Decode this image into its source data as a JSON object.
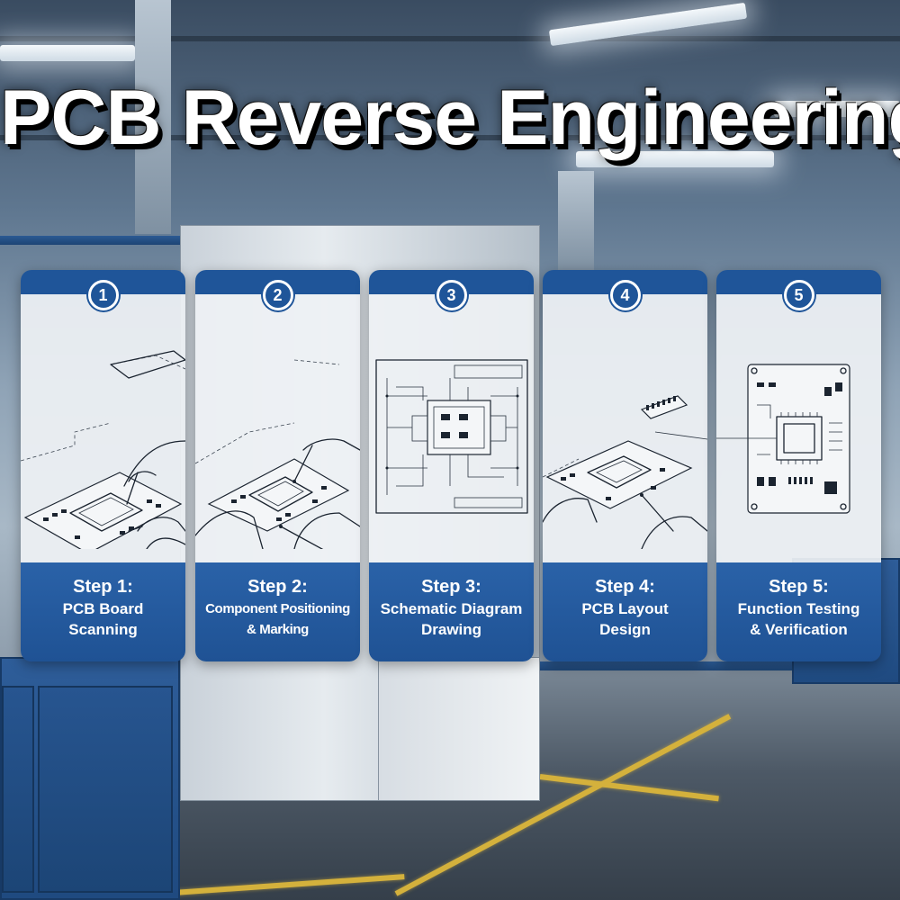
{
  "title": "PCB Reverse Engineering",
  "steps": [
    {
      "number": "1",
      "title": "Step 1:",
      "desc": "PCB Board\nScanning"
    },
    {
      "number": "2",
      "title": "Step 2:",
      "desc": "Component Positioning\n& Marking"
    },
    {
      "number": "3",
      "title": "Step 3:",
      "desc": "Schematic Diagram\nDrawing"
    },
    {
      "number": "4",
      "title": "Step 4:",
      "desc": "PCB Layout\nDesign"
    },
    {
      "number": "5",
      "title": "Step 5:",
      "desc": "Function Testing\n& Verification"
    }
  ],
  "colors": {
    "card_blue": "#1f5599",
    "card_body": "#eef1f4",
    "title_text": "#ffffff",
    "floor_line": "#d4b13c"
  },
  "icons": {
    "step1": "pcb-scanning-icon",
    "step2": "component-marking-icon",
    "step3": "schematic-icon",
    "step4": "pcb-layout-icon",
    "step5": "function-testing-icon"
  }
}
